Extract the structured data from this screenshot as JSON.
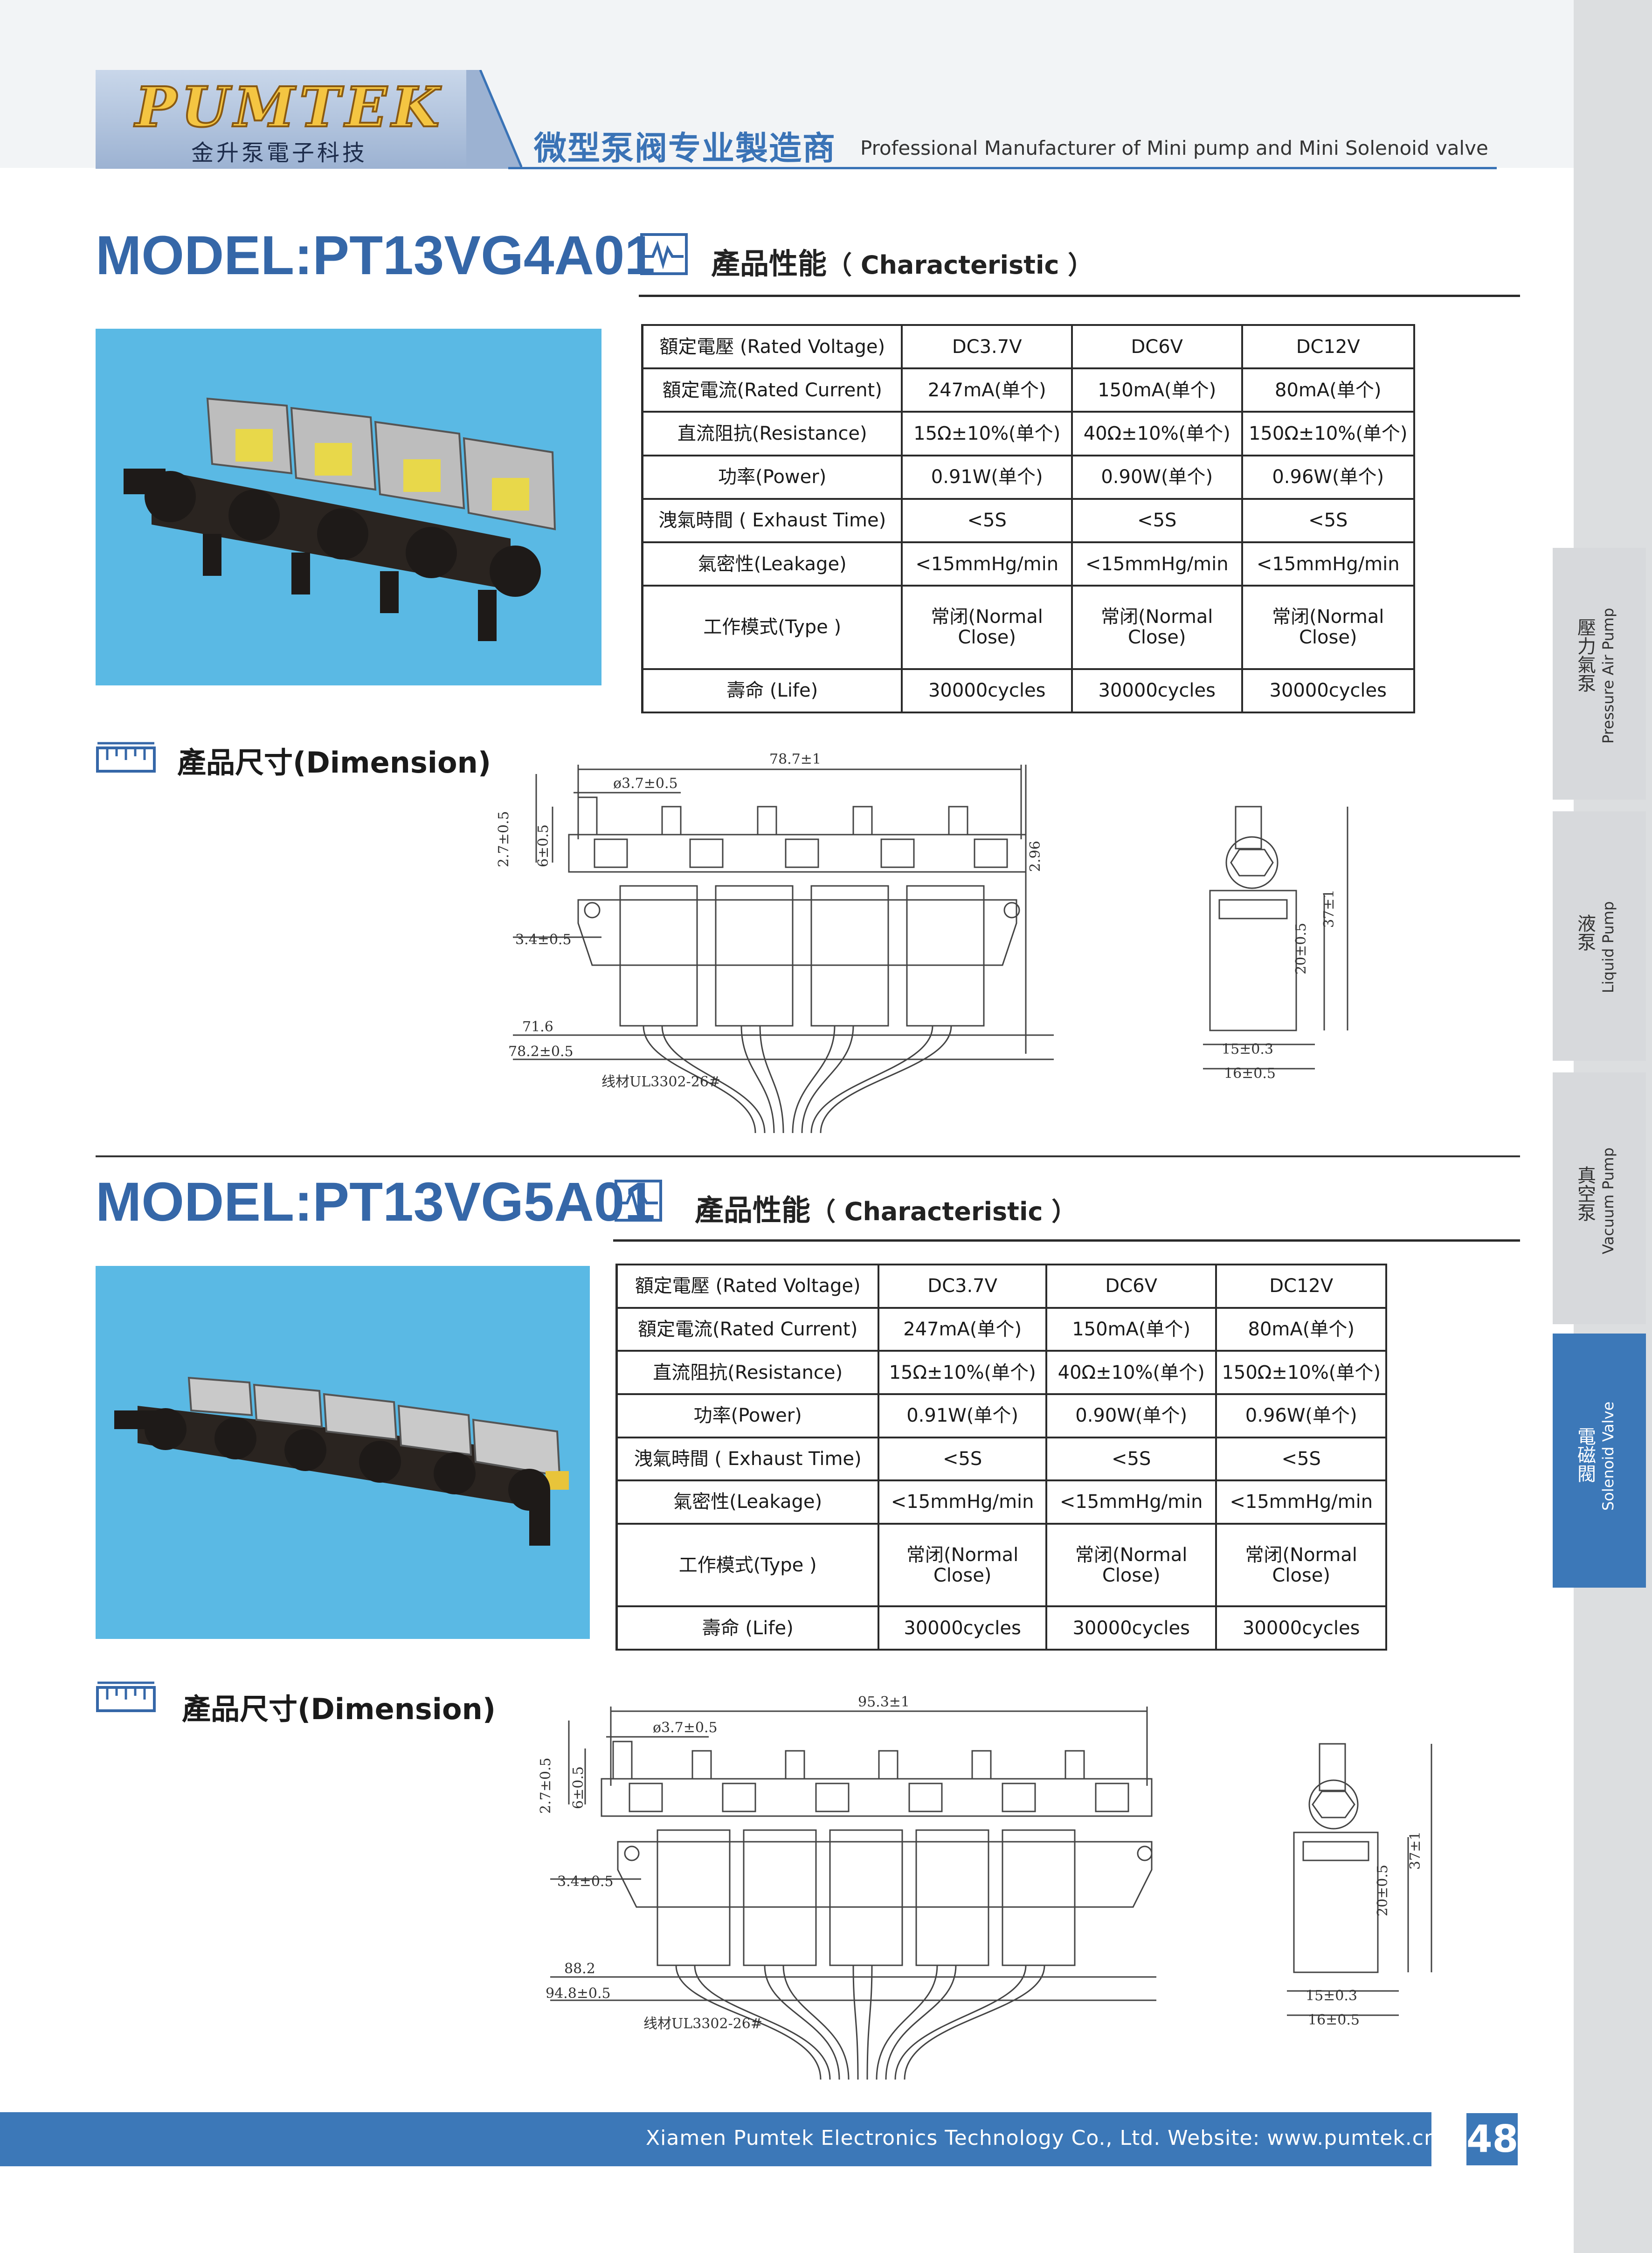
{
  "header": {
    "logo": "PUMTEK",
    "logo_sub": "金升泵電子科技",
    "slogan_cn": "微型泵阀专业製造商",
    "slogan_en": "Professional Manufacturer of Mini pump and Mini Solenoid valve"
  },
  "models": [
    {
      "title": "MODEL:PT13VG4A01",
      "char_cn": "產品性能",
      "char_en": "（ Characteristic ）",
      "dim_title": "產品尺寸(Dimension)",
      "specs": [
        {
          "label": "額定電壓 (Rated Voltage)",
          "v": [
            "DC3.7V",
            "DC6V",
            "DC12V"
          ]
        },
        {
          "label": "額定電流(Rated Current)",
          "v": [
            "247mA(单个)",
            "150mA(单个)",
            "80mA(单个)"
          ]
        },
        {
          "label": "直流阻抗(Resistance)",
          "v": [
            "15Ω±10%(单个)",
            "40Ω±10%(单个)",
            "150Ω±10%(单个)"
          ]
        },
        {
          "label": "功率(Power)",
          "v": [
            "0.91W(单个)",
            "0.90W(单个)",
            "0.96W(单个)"
          ]
        },
        {
          "label": "洩氣時間 ( Exhaust Time)",
          "v": [
            "<5S",
            "<5S",
            "<5S"
          ]
        },
        {
          "label": "氣密性(Leakage)",
          "v": [
            "<15mmHg/min",
            "<15mmHg/min",
            "<15mmHg/min"
          ]
        },
        {
          "label": "工作模式(Type )",
          "v": [
            "常闭(Normal Close)",
            "常闭(Normal Close)",
            "常闭(Normal Close)"
          ]
        },
        {
          "label": "壽命 (Life)",
          "v": [
            "30000cycles",
            "30000cycles",
            "30000cycles"
          ]
        }
      ],
      "dims": {
        "total": "78.7±1",
        "dia": "ø3.7±0.5",
        "h1": "2.7±0.5",
        "h2": "6±0.5",
        "side": "2.96",
        "offset": "3.4±0.5",
        "pitch": "71.6",
        "width": "78.2±0.5",
        "wire": "线材UL3302-26#",
        "height": "37±1",
        "body": "20±0.5",
        "d15": "15±0.3",
        "d16": "16±0.5"
      }
    },
    {
      "title": "MODEL:PT13VG5A01",
      "char_cn": "產品性能",
      "char_en": "（ Characteristic ）",
      "dim_title": "產品尺寸(Dimension)",
      "specs": [
        {
          "label": "額定電壓 (Rated Voltage)",
          "v": [
            "DC3.7V",
            "DC6V",
            "DC12V"
          ]
        },
        {
          "label": "額定電流(Rated Current)",
          "v": [
            "247mA(单个)",
            "150mA(单个)",
            "80mA(单个)"
          ]
        },
        {
          "label": "直流阻抗(Resistance)",
          "v": [
            "15Ω±10%(单个)",
            "40Ω±10%(单个)",
            "150Ω±10%(单个)"
          ]
        },
        {
          "label": "功率(Power)",
          "v": [
            "0.91W(单个)",
            "0.90W(单个)",
            "0.96W(单个)"
          ]
        },
        {
          "label": "洩氣時間 ( Exhaust Time)",
          "v": [
            "<5S",
            "<5S",
            "<5S"
          ]
        },
        {
          "label": "氣密性(Leakage)",
          "v": [
            "<15mmHg/min",
            "<15mmHg/min",
            "<15mmHg/min"
          ]
        },
        {
          "label": "工作模式(Type )",
          "v": [
            "常闭(Normal Close)",
            "常闭(Normal Close)",
            "常闭(Normal Close)"
          ]
        },
        {
          "label": "壽命 (Life)",
          "v": [
            "30000cycles",
            "30000cycles",
            "30000cycles"
          ]
        }
      ],
      "dims": {
        "total": "95.3±1",
        "dia": "ø3.7±0.5",
        "h1": "2.7±0.5",
        "h2": "6±0.5",
        "offset": "3.4±0.5",
        "pitch": "88.2",
        "width": "94.8±0.5",
        "wire": "线材UL3302-26#",
        "height": "37±1",
        "body": "20±0.5",
        "d15": "15±0.3",
        "d16": "16±0.5"
      }
    }
  ],
  "tabs": [
    {
      "cn": "壓力氣泵",
      "en": "Pressure Air Pump",
      "active": false
    },
    {
      "cn": "液泵",
      "en": "Liquid Pump",
      "active": false
    },
    {
      "cn": "真空泵",
      "en": "Vacuum Pump",
      "active": false
    },
    {
      "cn": "電磁閥",
      "en": "Solenoid Valve",
      "active": true
    }
  ],
  "footer": {
    "text": "Xiamen Pumtek Electronics Technology Co., Ltd.  Website: www.pumtek.cn",
    "page": "48"
  },
  "colors": {
    "accent": "#3c78b8",
    "title": "#3567a8",
    "photo_bg": "#5ab9e4",
    "logo": "#f4c542"
  }
}
